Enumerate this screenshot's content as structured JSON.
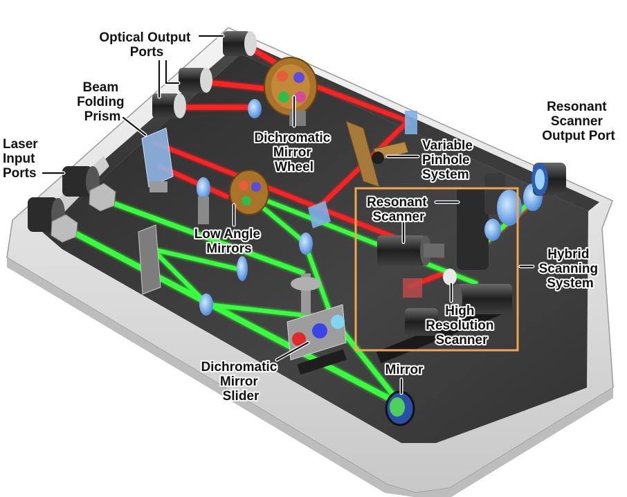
{
  "labels": {
    "optical_output_ports": [
      "Optical Output",
      "Ports"
    ],
    "beam_folding_prism": [
      "Beam",
      "Folding",
      "Prism"
    ],
    "laser_input_ports": [
      "Laser",
      "Input",
      "Ports"
    ],
    "dichromatic_mirror_wheel": [
      "Dichromatic",
      "Mirror",
      "Wheel"
    ],
    "variable_pinhole_system": [
      "Variable",
      "Pinhole",
      "System"
    ],
    "resonant_scanner_output_port": [
      "Resonant",
      "Scanner",
      "Output Port"
    ],
    "resonant_scanner": [
      "Resonant",
      "Scanner"
    ],
    "low_angle_mirrors": [
      "Low Angle",
      "Mirrors"
    ],
    "hybrid_scanning_system": [
      "Hybrid",
      "Scanning",
      "System"
    ],
    "high_resolution_scanner": [
      "High",
      "Resolution",
      "Scanner"
    ],
    "dichromatic_mirror_slider": [
      "Dichromatic",
      "Mirror",
      "Slider"
    ],
    "mirror": [
      "Mirror"
    ]
  },
  "colors": {
    "enclosure_wall": "#e6e6e6",
    "enclosure_floor": "#3a3a3a",
    "laser_green": "#39ff3c",
    "laser_red": "#ff2222",
    "highlight_box": "#f0a850",
    "label_text": "#111111"
  }
}
